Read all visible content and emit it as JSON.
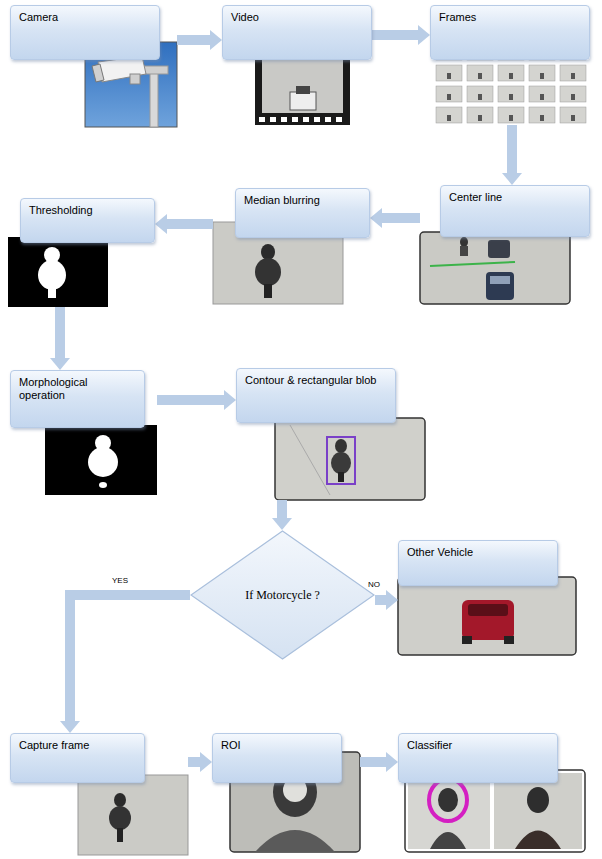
{
  "diagram": {
    "nodes": [
      {
        "text": [
          "Camera"
        ]
      },
      {
        "text": [
          "Video"
        ]
      },
      {
        "text": [
          "Frames"
        ]
      },
      {
        "text": [
          "Thresholding"
        ]
      },
      {
        "text": [
          "Median blurring"
        ]
      },
      {
        "text": [
          "Center line"
        ]
      },
      {
        "text": [
          "Morphological operation"
        ]
      },
      {
        "text": [
          "Contour & rectangular blob"
        ]
      },
      {
        "text": [
          "If Motorcycle ?"
        ]
      },
      {
        "text": [
          "Other Vehicle"
        ]
      },
      {
        "text": [
          "Capture frame"
        ]
      },
      {
        "text": [
          "ROI"
        ]
      },
      {
        "text": [
          "Classifier"
        ]
      }
    ],
    "edges": [
      {
        "from": 0,
        "to": 1,
        "arrow": "to"
      },
      {
        "from": 1,
        "to": 2,
        "arrow": "to"
      },
      {
        "from": 2,
        "to": 5,
        "arrow": "to"
      },
      {
        "from": 5,
        "to": 4,
        "arrow": "to"
      },
      {
        "from": 4,
        "to": 3,
        "arrow": "to"
      },
      {
        "from": 3,
        "to": 6,
        "arrow": "to"
      },
      {
        "from": 6,
        "to": 7,
        "arrow": "to"
      },
      {
        "from": 7,
        "to": 8,
        "arrow": "to"
      },
      {
        "from": 8,
        "to": 10,
        "label": "YES",
        "arrow": "to"
      },
      {
        "from": 8,
        "to": 9,
        "label": "NO",
        "arrow": "to"
      },
      {
        "from": 10,
        "to": 11,
        "arrow": "to"
      },
      {
        "from": 11,
        "to": 12,
        "arrow": "to"
      }
    ]
  }
}
